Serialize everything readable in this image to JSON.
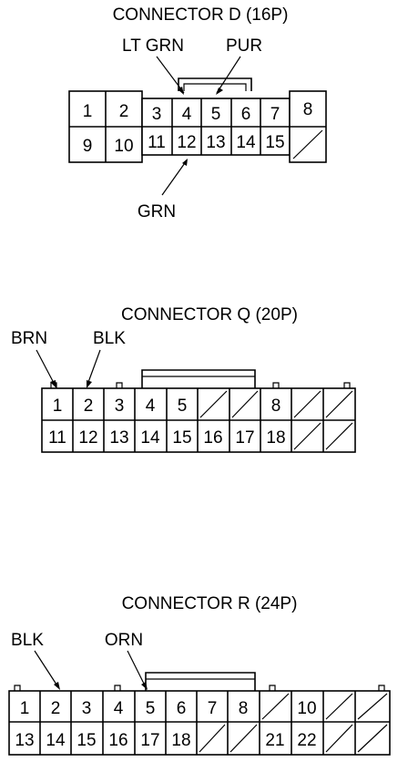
{
  "connector_d": {
    "title": "CONNECTOR D (16P)",
    "wire_lt_grn": "LT GRN",
    "wire_pur": "PUR",
    "wire_grn": "GRN",
    "top_row": [
      "1",
      "2",
      "3",
      "4",
      "5",
      "6",
      "7",
      "8"
    ],
    "bottom_row": [
      "9",
      "10",
      "11",
      "12",
      "13",
      "14",
      "15"
    ]
  },
  "connector_q": {
    "title": "CONNECTOR Q (20P)",
    "wire_brn": "BRN",
    "wire_blk": "BLK",
    "top_row": [
      "1",
      "2",
      "3",
      "4",
      "5",
      "8"
    ],
    "bottom_row": [
      "11",
      "12",
      "13",
      "14",
      "15",
      "16",
      "17",
      "18"
    ]
  },
  "connector_r": {
    "title": "CONNECTOR R (24P)",
    "wire_blk": "BLK",
    "wire_orn": "ORN",
    "top_row": [
      "1",
      "2",
      "3",
      "4",
      "5",
      "6",
      "7",
      "8",
      "10"
    ],
    "bottom_row": [
      "13",
      "14",
      "15",
      "16",
      "17",
      "18",
      "21",
      "22"
    ]
  }
}
